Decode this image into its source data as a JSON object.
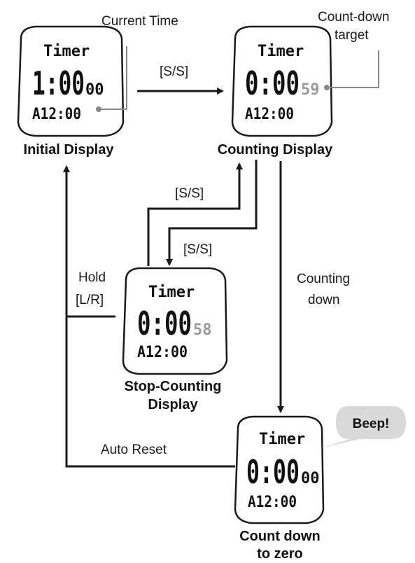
{
  "labels": {
    "current_time": "Current Time",
    "countdown_target_line1": "Count-down",
    "countdown_target_line2": "target",
    "ss_top": "[S/S]",
    "ss_left": "[S/S]",
    "ss_right": "[S/S]",
    "hold_line1": "Hold",
    "hold_line2": "[L/R]",
    "counting_down_line1": "Counting",
    "counting_down_line2": "down",
    "auto_reset": "Auto Reset",
    "beep": "Beep!"
  },
  "watches": {
    "initial": {
      "title": "Timer",
      "main": "1:00",
      "sub": "00",
      "alarm": "A12:00",
      "caption": "Initial Display"
    },
    "counting": {
      "title": "Timer",
      "main": "0:00",
      "sub": "59",
      "alarm": "A12:00",
      "caption": "Counting Display"
    },
    "stop": {
      "title": "Timer",
      "main": "0:00",
      "sub": "58",
      "alarm": "A12:00",
      "caption_line1": "Stop-Counting",
      "caption_line2": "Display"
    },
    "zero": {
      "title": "Timer",
      "main": "0:00",
      "sub": "00",
      "alarm": "A12:00",
      "caption_line1": "Count down",
      "caption_line2": "to zero"
    }
  }
}
